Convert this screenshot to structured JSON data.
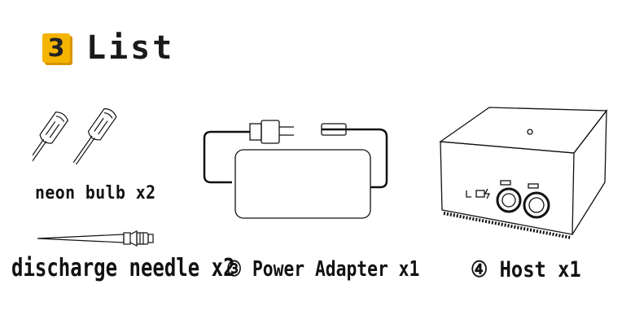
{
  "header": {
    "number": "3",
    "title": "List"
  },
  "items": {
    "neon_bulb": "neon bulb x2",
    "discharge_needle": "discharge needle x2",
    "power_adapter": "③ Power Adapter x1",
    "host": "④ Host x1"
  },
  "icons": {
    "neon_bulb": "neon-bulb-icon",
    "needle": "discharge-needle-icon",
    "adapter": "power-adapter-icon",
    "host": "host-device-icon"
  },
  "colors": {
    "badge": "#f5b400",
    "line": "#111111"
  }
}
